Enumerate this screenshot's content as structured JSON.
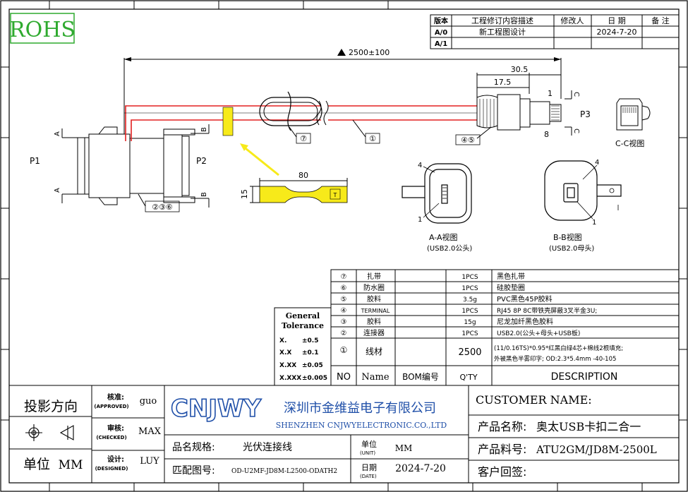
{
  "rohs": "ROHS",
  "revision": {
    "headers": [
      "版本",
      "工程修订内容描述",
      "修改人",
      "日 期",
      "备 注"
    ],
    "rows": [
      {
        "ver": "A/0",
        "desc": "新工程图设计",
        "by": "",
        "date": "2024-7-20",
        "note": ""
      },
      {
        "ver": "A/1",
        "desc": "",
        "by": "",
        "date": "",
        "note": ""
      }
    ]
  },
  "dims": {
    "overall": "2500±100",
    "d30": "30.5",
    "d17": "17.5",
    "d80": "80",
    "d15": "15",
    "pin1": "1",
    "pin8": "8",
    "pin4a": "4",
    "pin1a": "1",
    "pin4b": "4",
    "pin1b": "1",
    "secA": "A",
    "secB": "B",
    "secC": "C"
  },
  "labels": {
    "p1": "P1",
    "p2": "P2",
    "p3": "P3",
    "cc_view": "C-C视图",
    "aa_view": "A-A视图",
    "aa_sub": "(USB2.0公头)",
    "bb_view": "B-B视图",
    "bb_sub": "(USB2.0母头)",
    "callout_236": "②③⑥",
    "callout_7": "⑦",
    "callout_1": "①",
    "callout_45": "④⑤",
    "label_t": "T"
  },
  "tolerance": {
    "title1": "General",
    "title2": "Tolerance",
    "rows": [
      {
        "k": "X.",
        "v": "±0.5"
      },
      {
        "k": "X.X",
        "v": "±0.1"
      },
      {
        "k": "X.XX",
        "v": "±0.05"
      },
      {
        "k": "X.XXX",
        "v": "±0.005"
      }
    ]
  },
  "bom": {
    "rows": [
      {
        "no": "⑦",
        "name": "扎带",
        "qty": "1PCS",
        "desc": "黑色扎带"
      },
      {
        "no": "⑥",
        "name": "防水圈",
        "qty": "1PCS",
        "desc": "硅胶垫圈"
      },
      {
        "no": "⑤",
        "name": "胶料",
        "qty": "3.5g",
        "desc": "PVC黑色45P胶料"
      },
      {
        "no": "④",
        "name": "TERMINAL",
        "qty": "1PCS",
        "desc": "RJ45 8P 8C带铁壳屏蔽3叉半金3U;"
      },
      {
        "no": "③",
        "name": "胶料",
        "qty": "15g",
        "desc": "尼龙加纤黑色胶料"
      },
      {
        "no": "②",
        "name": "连接器",
        "qty": "1PCS",
        "desc": "USB2.0(公头+母头+USB板)"
      },
      {
        "no": "①",
        "name": "线材",
        "qty": "2500",
        "desc": "(11/0.16TS)*0.95*红黑白绿4芯+棉线2根填充;",
        "desc2": "外被黑色半雾印字; OD:2.3*5.4mm -40-105"
      }
    ],
    "header": {
      "no": "NO",
      "name": "Name",
      "bom": "BOM编号",
      "qty": "Q'TY",
      "desc": "DESCRIPTION"
    }
  },
  "title_block": {
    "projection": "投影方向",
    "unit": "单位",
    "unit_val": "MM",
    "approved_label": "核准:",
    "approved_en": "(APPROVED)",
    "approved_val": "guo",
    "checked_label": "审核:",
    "checked_en": "(CHECKED)",
    "checked_val": "MAX",
    "designed_label": "设计:",
    "designed_en": "(DESIGNED)",
    "designed_val": "LUY",
    "logo": "CNJWY",
    "company_cn": "深圳市金维益电子有限公司",
    "company_en": "SHENZHEN CNJWYELECTRONIC.CO.,LTD",
    "spec_label": "品名规格:",
    "spec_val": "光伏连接线",
    "drawing_label": "匹配图号:",
    "drawing_val": "OD-U2MF-JD8M-L2500-ODATH2",
    "unit2_label": "单位",
    "unit2_en": "(UNIT)",
    "unit2_val": "MM",
    "date_label": "日期",
    "date_en": "(DATE)",
    "date_val": "2024-7-20",
    "customer_label": "CUSTOMER NAME:",
    "product_name_label": "产品名称:",
    "product_name_val": "奥太USB卡扣二合一",
    "product_no_label": "产品料号:",
    "product_no_val": "ATU2GM/JD8M-2500L",
    "sign_label": "客户回签:"
  },
  "colors": {
    "wire": "#e32020",
    "tie": "#f7ea1a",
    "logo": "#1f4fa8",
    "rohs": "#2faa2f"
  }
}
